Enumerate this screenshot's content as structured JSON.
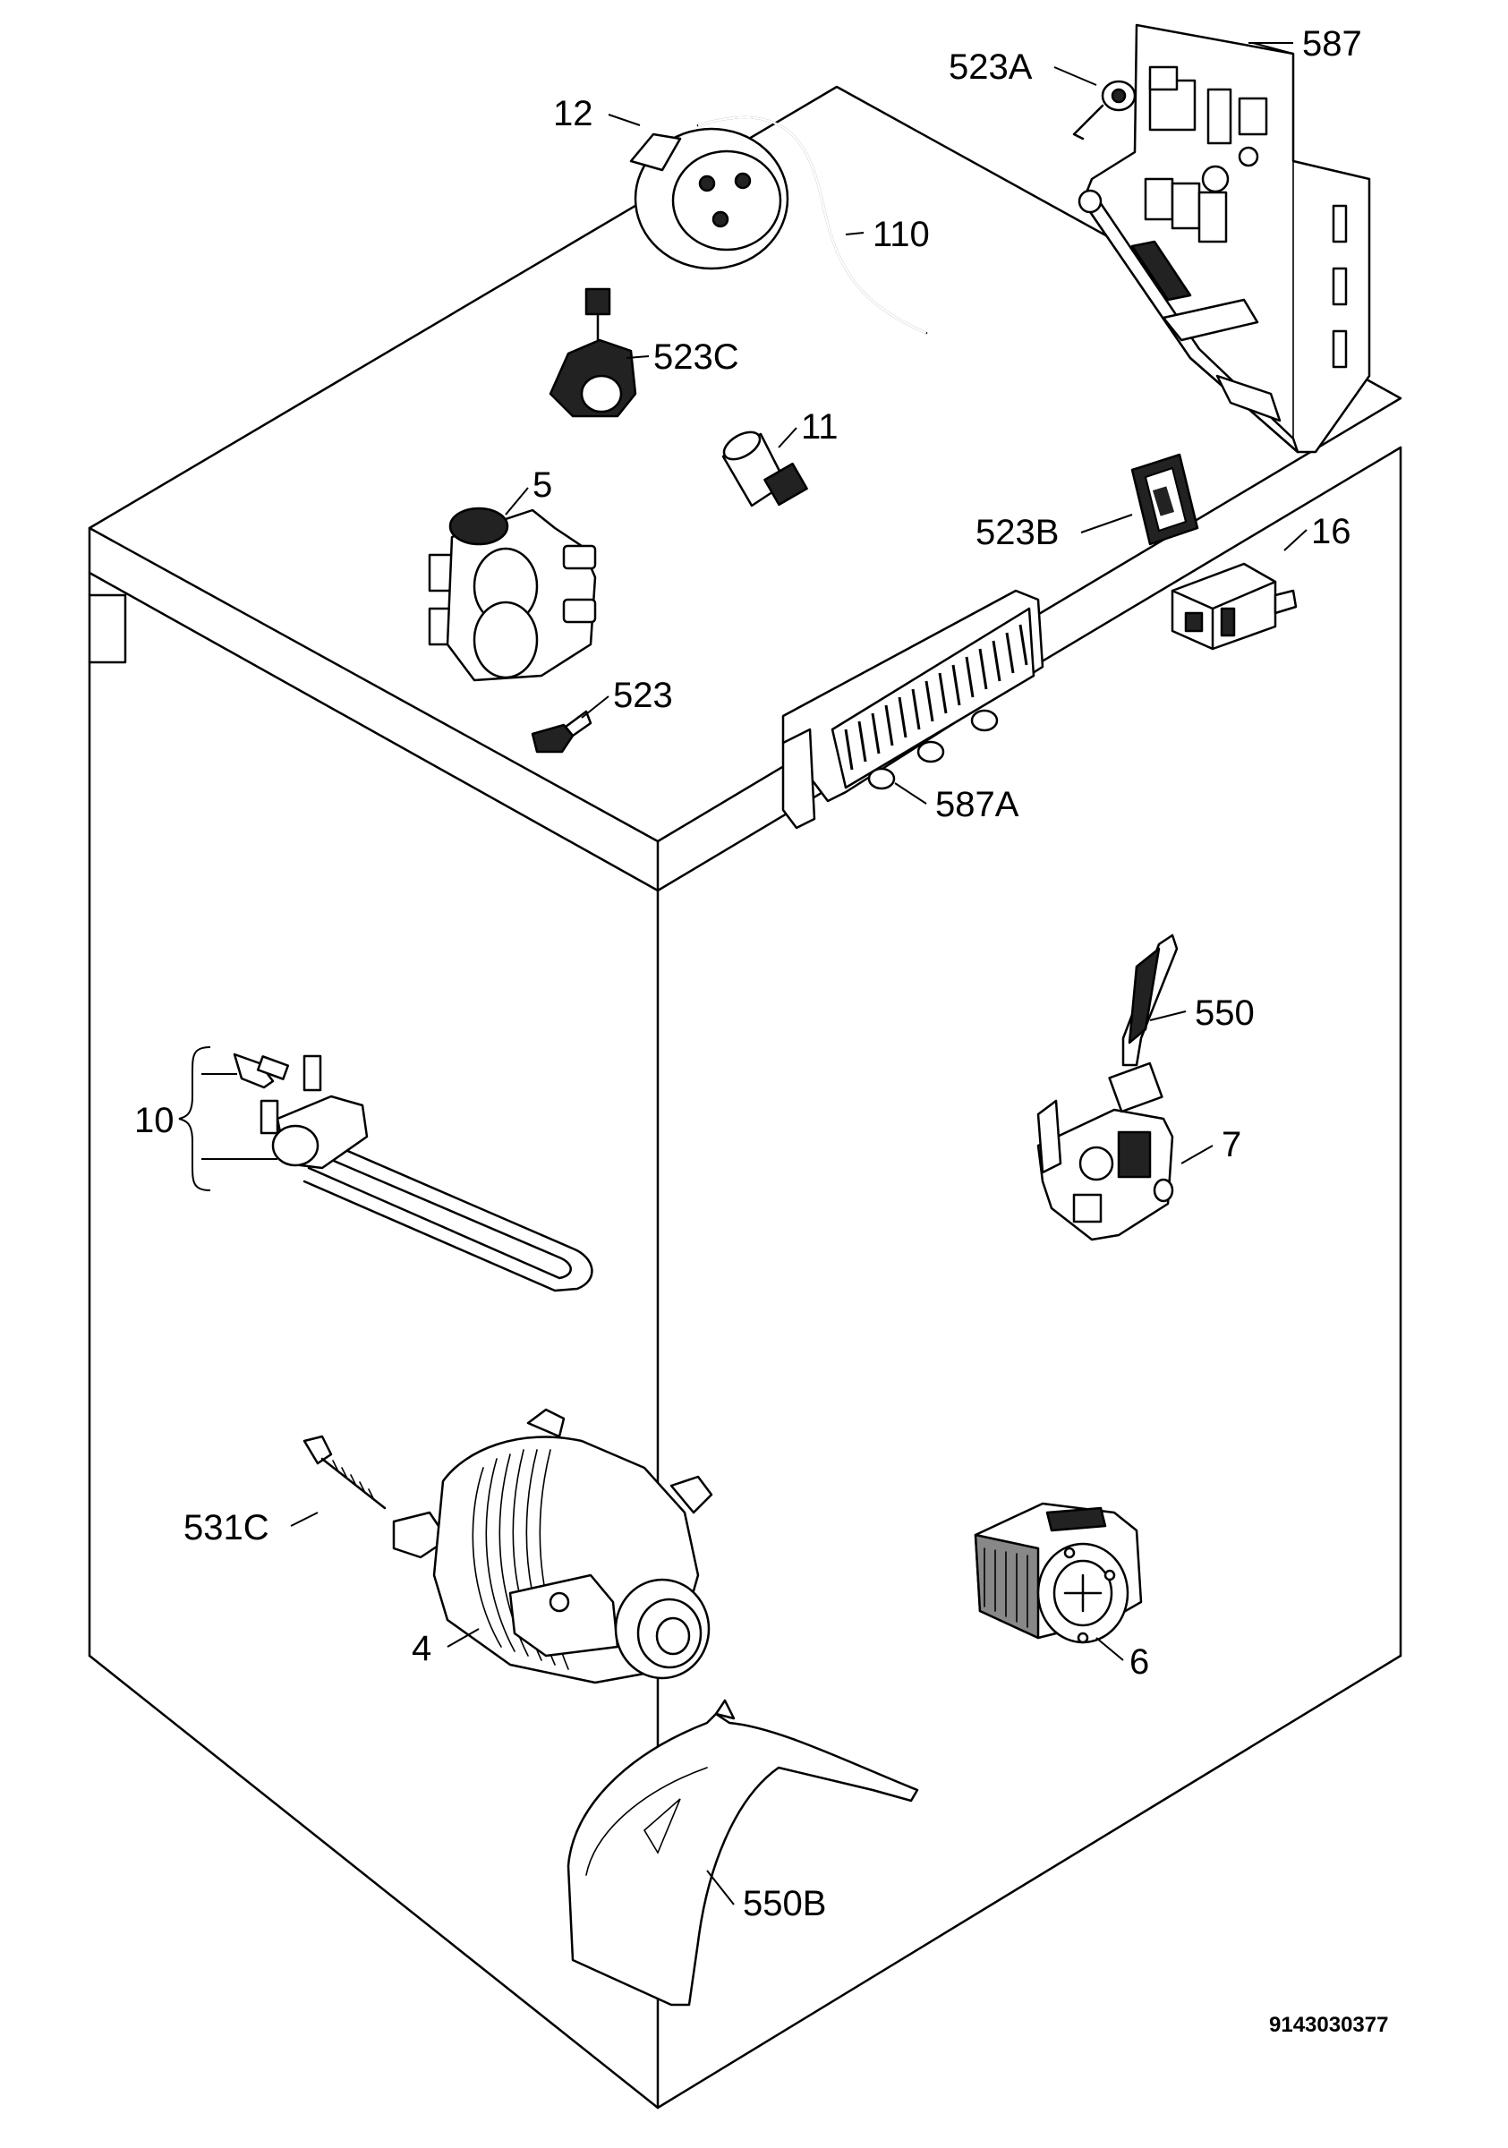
{
  "document_number": "9143030377",
  "callouts": {
    "p12": "12",
    "p110": "110",
    "p523C": "523C",
    "p11": "11",
    "p5": "5",
    "p523": "523",
    "p523A": "523A",
    "p587": "587",
    "p523B": "523B",
    "p16": "16",
    "p587A": "587A",
    "p550": "550",
    "p7": "7",
    "p10": "10",
    "p531C": "531C",
    "p4": "4",
    "p6": "6",
    "p550B": "550B"
  }
}
